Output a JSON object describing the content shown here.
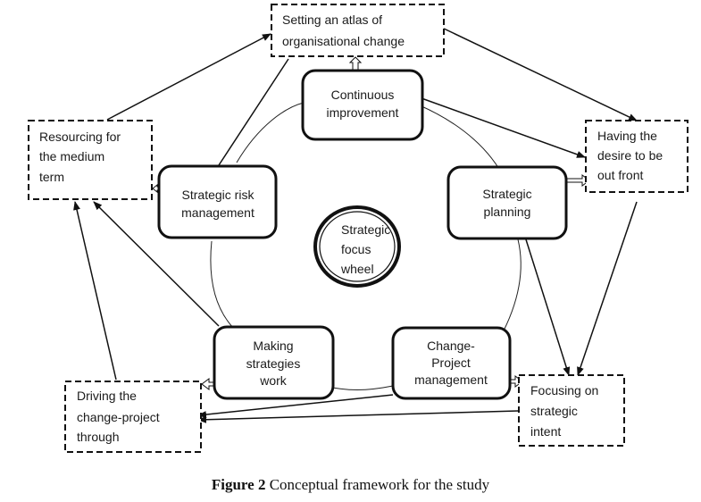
{
  "figure": {
    "caption_label": "Figure 2",
    "caption_text": "Conceptual framework for the study"
  },
  "center": {
    "lines": [
      "Strategic",
      "focus",
      "wheel"
    ]
  },
  "wheel_nodes": [
    {
      "id": "continuous-improvement",
      "lines": [
        "Continuous",
        "improvement"
      ]
    },
    {
      "id": "strategic-planning",
      "lines": [
        "Strategic",
        "planning"
      ]
    },
    {
      "id": "change-project-management",
      "lines": [
        "Change-",
        "Project",
        "management"
      ]
    },
    {
      "id": "making-strategies-work",
      "lines": [
        "Making",
        "strategies",
        "work"
      ]
    },
    {
      "id": "strategic-risk-management",
      "lines": [
        "Strategic risk",
        "management"
      ]
    }
  ],
  "outcome_nodes": [
    {
      "id": "setting-atlas",
      "lines": [
        "Setting an atlas of",
        "organisational change"
      ]
    },
    {
      "id": "desire-out-front",
      "lines": [
        "Having the",
        "desire to be",
        "out front"
      ]
    },
    {
      "id": "focusing-strategic-intent",
      "lines": [
        "Focusing on",
        "strategic",
        "intent"
      ]
    },
    {
      "id": "driving-change-project",
      "lines": [
        "Driving the",
        "change-project",
        "through"
      ]
    },
    {
      "id": "resourcing-medium-term",
      "lines": [
        "Resourcing for",
        "the medium",
        "term"
      ]
    }
  ],
  "arrows": [
    {
      "from": "setting-atlas",
      "to": "desire-out-front"
    },
    {
      "from": "continuous-improvement",
      "to": "desire-out-front"
    },
    {
      "from": "desire-out-front",
      "to": "focusing-strategic-intent"
    },
    {
      "from": "strategic-planning",
      "to": "focusing-strategic-intent"
    },
    {
      "from": "focusing-strategic-intent",
      "to": "driving-change-project"
    },
    {
      "from": "change-project-management",
      "to": "driving-change-project"
    },
    {
      "from": "driving-change-project",
      "to": "resourcing-medium-term"
    },
    {
      "from": "making-strategies-work",
      "to": "resourcing-medium-term"
    },
    {
      "from": "resourcing-medium-term",
      "to": "setting-atlas"
    },
    {
      "from": "strategic-risk-management",
      "to": "setting-atlas"
    }
  ],
  "block_arrows": [
    {
      "from": "continuous-improvement",
      "to": "setting-atlas"
    },
    {
      "from": "strategic-planning",
      "to": "desire-out-front"
    },
    {
      "from": "change-project-management",
      "to": "focusing-strategic-intent"
    },
    {
      "from": "making-strategies-work",
      "to": "driving-change-project"
    },
    {
      "from": "strategic-risk-management",
      "to": "resourcing-medium-term"
    }
  ]
}
